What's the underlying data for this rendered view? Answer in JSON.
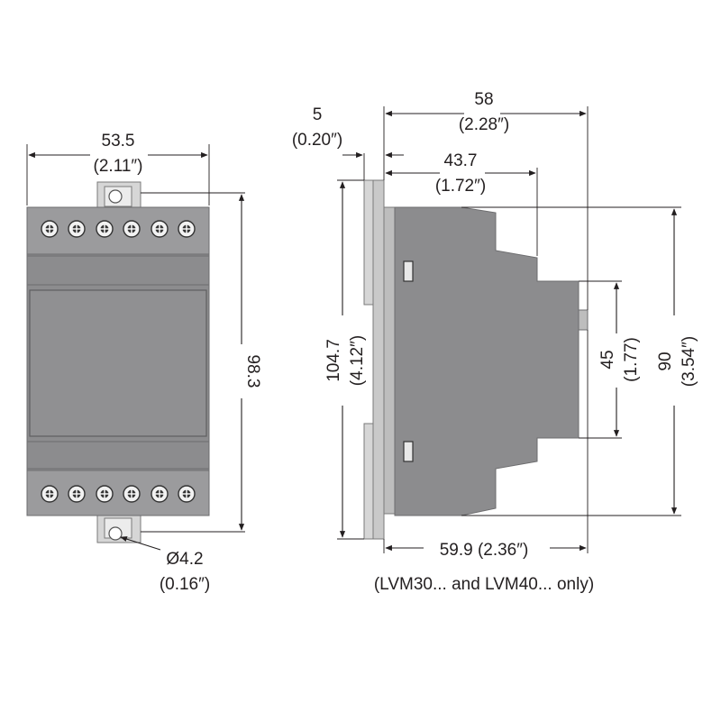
{
  "front_view": {
    "width_mm": "53.5",
    "width_in": "(2.11″)",
    "height_mm": "98.3",
    "hole_mm": "Ø4.2",
    "hole_in": "(0.16″)"
  },
  "side_view": {
    "depth_mm": "58",
    "depth_in": "(2.28″)",
    "offset_mm": "5",
    "offset_in": "(0.20″)",
    "step_mm": "43.7",
    "step_in": "(1.72″)",
    "total_height": "104.7",
    "total_height_in": "(4.12″)",
    "window_height": "45",
    "window_height_in": "(1.77)",
    "body_height": "90",
    "body_height_in": "(3.54″)",
    "bottom_depth": "59.9 (2.36″)",
    "bottom_note": "(LVM30... and LVM40... only)"
  },
  "colors": {
    "body": "#8c8c8e",
    "clip": "#d6d6d6",
    "lines": "#231f20"
  }
}
